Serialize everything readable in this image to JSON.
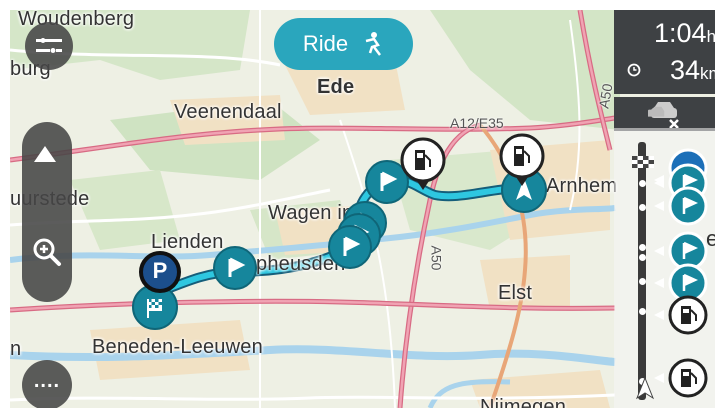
{
  "map": {
    "places": {
      "woudenberg": "Woudenberg",
      "burg": "burg",
      "ede": "Ede",
      "veenendaal": "Veenendaal",
      "wageningen": "Wagen in en",
      "uurstede": "uurstede",
      "lienden": "Lienden",
      "opheusden": "pheusden",
      "arnhem": "Arnhem",
      "elst": "Elst",
      "beneden_leeuwen": "Beneden-Leeuwen",
      "nijmegen": "Nijmegen",
      "n_fragment": "n"
    },
    "roads": {
      "a12": "A12/E35",
      "a50_top": "A50",
      "a50_mid": "A50"
    }
  },
  "controls": {
    "ride_label": "Ride",
    "menu_label": "....",
    "parking_letter": "P"
  },
  "eta": {
    "arrival_time": "1:04",
    "arrival_unit": "h",
    "remaining_distance": "34",
    "remaining_unit": "km"
  },
  "route_bar": {
    "edge_text": "e"
  },
  "colors": {
    "route": "#2ec7e0",
    "marker_fill": "#16869c",
    "button_dark": "#464646",
    "ride_button": "#2aa6bd",
    "panel_dark": "#3e4144"
  },
  "icons": {
    "route_options": "route-options-icon",
    "ride": "motorbike-icon",
    "north_arrow": "north-arrow-icon",
    "zoom": "zoom-in-icon",
    "fuel": "fuel-pump-icon",
    "waypoint": "flag-icon",
    "finish": "checkered-flag-icon",
    "traffic": "traffic-car-icon",
    "clock": "clock-icon",
    "current_location": "current-location-arrow-icon"
  }
}
